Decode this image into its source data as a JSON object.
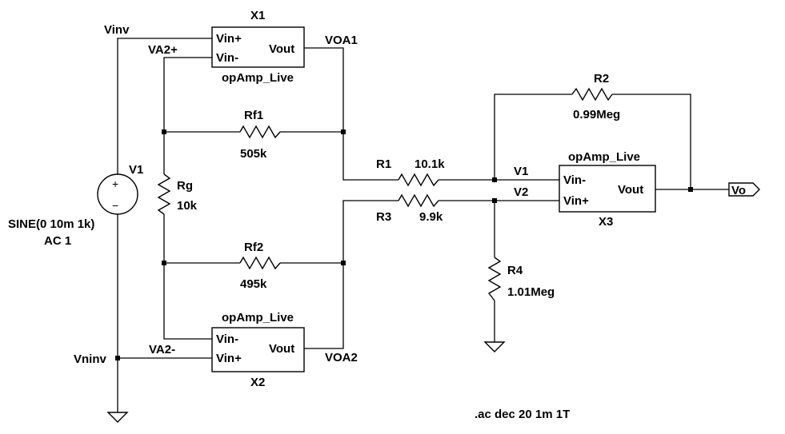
{
  "nets": {
    "vinv": "Vinv",
    "vninv": "Vninv",
    "va2p": "VA2+",
    "va2m": "VA2-",
    "voa1": "VOA1",
    "voa2": "VOA2",
    "v1": "V1",
    "v2": "V2",
    "vo": "Vo"
  },
  "opamps": {
    "x1": {
      "name": "X1",
      "model": "opAmp_Live",
      "pin_plus": "Vin+",
      "pin_minus": "Vin-",
      "pin_out": "Vout"
    },
    "x2": {
      "name": "X2",
      "model": "opAmp_Live",
      "pin_minus": "Vin-",
      "pin_plus": "Vin+",
      "pin_out": "Vout"
    },
    "x3": {
      "name": "X3",
      "model": "opAmp_Live",
      "pin_minus": "Vin-",
      "pin_plus": "Vin+",
      "pin_out": "Vout"
    }
  },
  "resistors": {
    "rf1": {
      "name": "Rf1",
      "value": "505k"
    },
    "rf2": {
      "name": "Rf2",
      "value": "495k"
    },
    "rg": {
      "name": "Rg",
      "value": "10k"
    },
    "r1": {
      "name": "R1",
      "value": "10.1k"
    },
    "r3": {
      "name": "R3",
      "value": "9.9k"
    },
    "r2": {
      "name": "R2",
      "value": "0.99Meg"
    },
    "r4": {
      "name": "R4",
      "value": "1.01Meg"
    }
  },
  "source": {
    "name": "V1",
    "plus": "+",
    "minus": "−",
    "value": "SINE(0 10m 1k)",
    "ac": "AC 1"
  },
  "directive": ".ac dec 20 1m 1T"
}
